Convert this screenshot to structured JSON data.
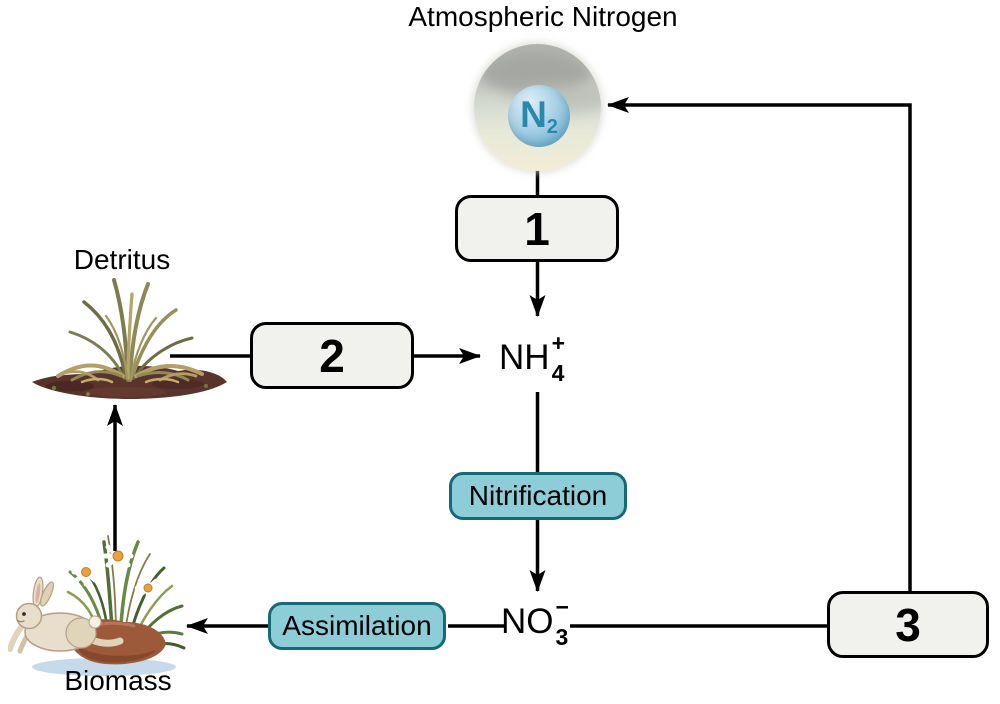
{
  "title": "Atmospheric Nitrogen",
  "globe": {
    "molecule": {
      "base": "N",
      "sub": "2"
    }
  },
  "numbered_boxes": [
    {
      "label": "1"
    },
    {
      "label": "2"
    },
    {
      "label": "3"
    }
  ],
  "process_labels": {
    "nitrification": "Nitrification",
    "assimilation": "Assimilation"
  },
  "compounds": {
    "ammonium": {
      "base": "NH",
      "sub": "4",
      "sup": "+"
    },
    "nitrate": {
      "base": "NO",
      "sub": "3",
      "sup": "−"
    }
  },
  "node_labels": {
    "detritus": "Detritus",
    "biomass": "Biomass"
  },
  "colors": {
    "arrow": "#000000",
    "numbered_box_fill": "#f1f1ee",
    "numbered_box_border": "#000000",
    "process_box_fill": "#8ccdd8",
    "process_box_border": "#156a78",
    "molecule_text": "#2789ab"
  }
}
